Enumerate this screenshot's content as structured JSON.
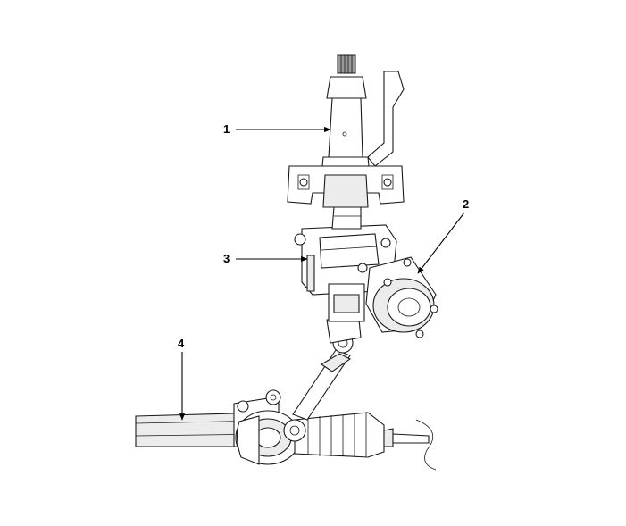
{
  "callouts": [
    {
      "id": "1",
      "text": "1",
      "part": "steering-column"
    },
    {
      "id": "2",
      "text": "2",
      "part": "eps-motor"
    },
    {
      "id": "3",
      "text": "3",
      "part": "reduction-gear-housing"
    },
    {
      "id": "4",
      "text": "4",
      "part": "steering-gear-rack"
    }
  ]
}
